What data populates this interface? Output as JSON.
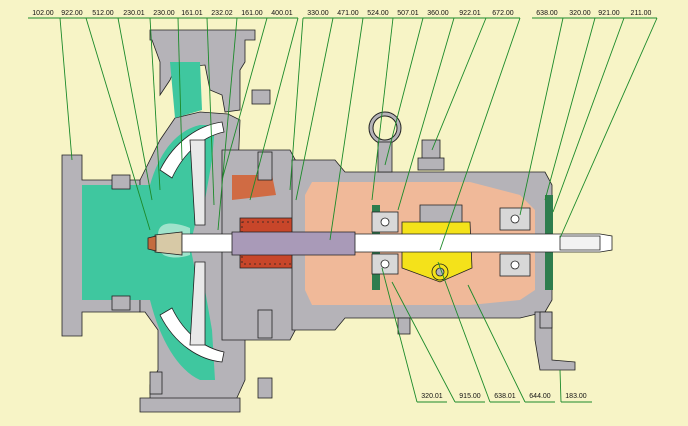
{
  "diagram": {
    "background_color": "#f7f4c6",
    "leader_color": "#1c8a2a",
    "colors": {
      "casing": "#b5b3b8",
      "fluid": "#3fc79f",
      "bearing_housing": "#f0b999",
      "seal": "#d06b43",
      "oil": "#f4e21a",
      "shaft": "#a99ab8"
    },
    "top_labels": [
      "102.00",
      "922.00",
      "512.00",
      "230.01",
      "230.00",
      "161.01",
      "232.02",
      "161.00",
      "400.01",
      "330.00",
      "471.00",
      "524.00",
      "507.01",
      "360.00",
      "922.01",
      "672.00",
      "638.00",
      "320.00",
      "921.00",
      "211.00"
    ],
    "bottom_labels": [
      "320.01",
      "915.00",
      "638.01",
      "644.00",
      "183.00"
    ]
  }
}
